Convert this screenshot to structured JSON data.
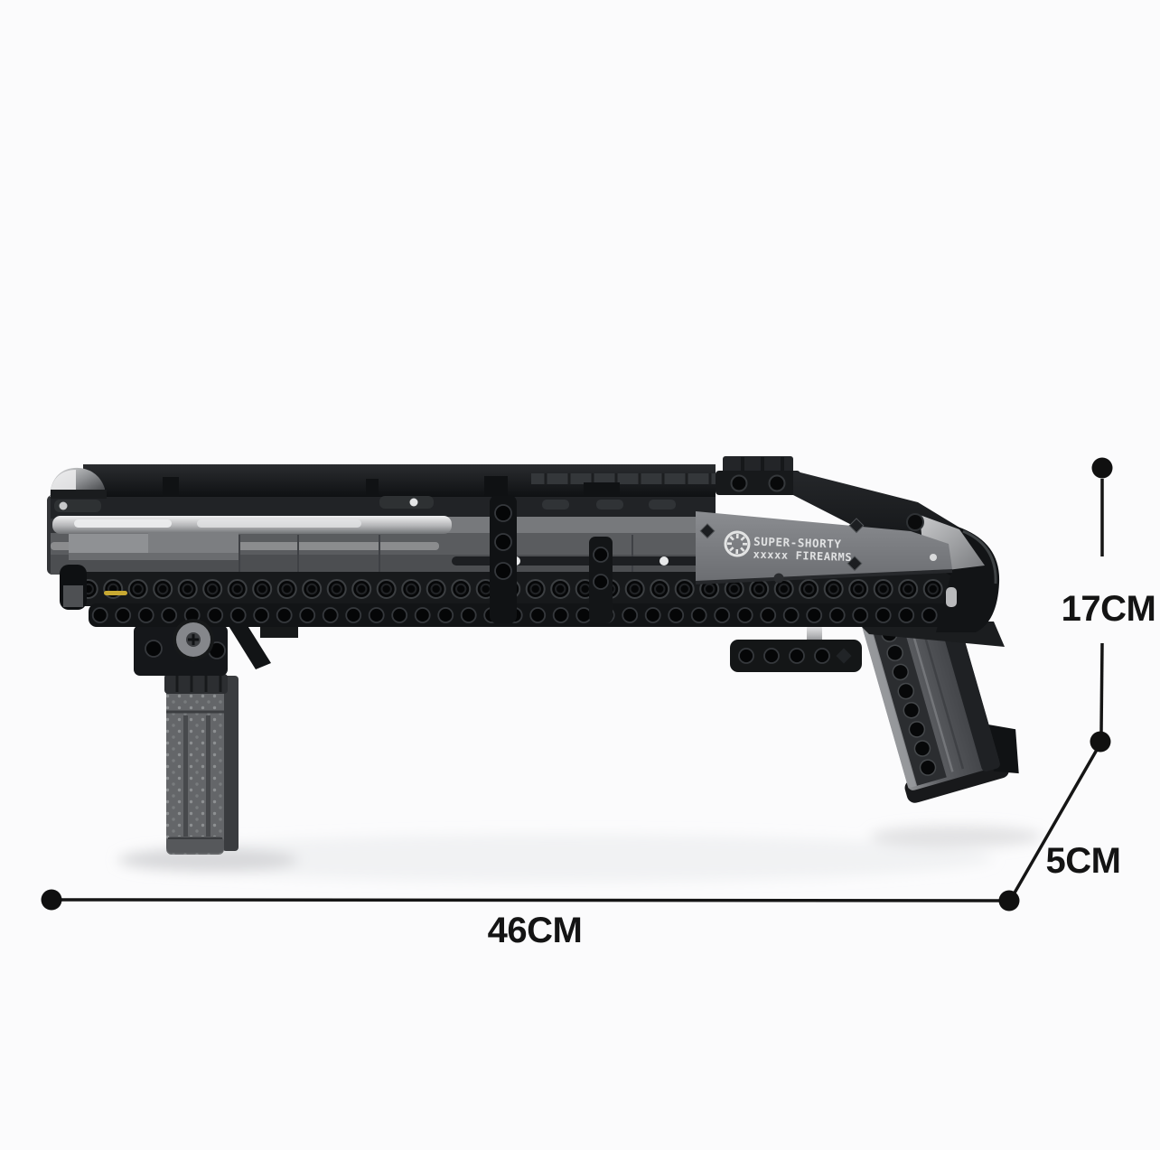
{
  "page": {
    "background": "#fbfbfc"
  },
  "figure": {
    "alt": "Black brick-built Super-Shorty shotgun model shown side-on with dimension callouts",
    "markings": {
      "logo": "gear-ring-icon",
      "line1": "SUPER-SHORTY",
      "line2": "xxxxx FIREARMS"
    },
    "dimensions": {
      "height": "17CM",
      "depth": "5CM",
      "length": "46CM"
    },
    "colors": {
      "annotation": "#141414",
      "body_black": "#17191b",
      "body_gray": "#6b6d71",
      "barrel_silver": "#d9dadb",
      "accent_yellow": "#c8a932"
    }
  }
}
